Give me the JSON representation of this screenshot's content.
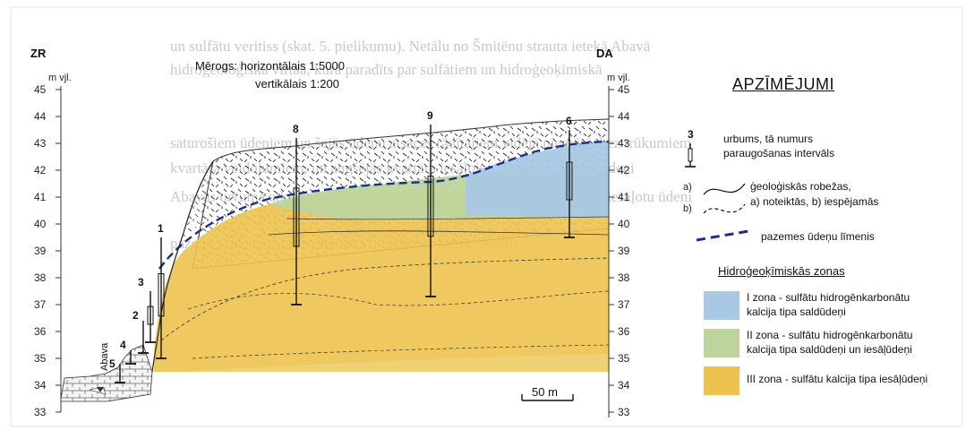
{
  "background_text": [
    "un sulfātu veritiss (skat. 5. pielikumu). Netālu no Šmitēnu strauta ietekā Abavā",
    "hidroģeoloģiskā virtaā, kurā paradīts par sulfātiem un hidroģeoķīmiskā",
    "saturošiem ūdeņiem un šajās ūdenu atsaces rādītajiem vidējā piemērā, bez trūkumiem",
    "kvartāra veidojumiem, un augšējās kvartāra iesāļojuma slāņa pazemes ūdeņi",
    "Abavas tuvumā atklātu sulfātu mineralizācijas ūdeņu lielākos dziļumos iesāļotu ūdeni",
    "pazemes ūdeņu avotu vērtējumā nonākot ar tipisko avotu."
  ],
  "section": {
    "left_direction": "ZR",
    "right_direction": "DA",
    "left_unit": "m vjl.",
    "right_unit": "m vjl.",
    "scale_title": "Mērogs: horizontālais 1:5000",
    "scale_vertical": "vertikālais 1:200",
    "river": "Abava",
    "scale_bar_label": "50 m",
    "y_axis_ticks": [
      "45",
      "44",
      "43",
      "42",
      "41",
      "40",
      "39",
      "38",
      "37",
      "36",
      "35",
      "34",
      "33"
    ]
  },
  "wells": [
    {
      "number": "1",
      "top_m": 39.5,
      "bottom_m": 35.0
    },
    {
      "number": "2",
      "top_m": 36.4,
      "bottom_m": 35.2
    },
    {
      "number": "3",
      "top_m": 37.5,
      "bottom_m": 35.6
    },
    {
      "number": "4",
      "top_m": 35.3,
      "bottom_m": 34.8
    },
    {
      "number": "5",
      "top_m": 34.8,
      "bottom_m": 34.1
    },
    {
      "number": "6",
      "top_m": 43.5,
      "bottom_m": 39.5
    },
    {
      "number": "8",
      "top_m": 43.2,
      "bottom_m": 37.0
    },
    {
      "number": "9",
      "top_m": 43.7,
      "bottom_m": 37.3
    }
  ],
  "legend": {
    "title": "APZĪMĒJUMI",
    "well_symbol_number": "3",
    "well_text_line1": "urbums, tā numurs",
    "well_text_line2": "paraugošanas intervāls",
    "boundary_a_marker": "a)",
    "boundary_b_marker": "b)",
    "boundary_text_line1": "ģeoloģiskās robežas,",
    "boundary_text_line2": "a) noteiktās, b) iespējamās",
    "groundwater_text": "pazemes ūdeņu līmenis",
    "zones_heading": "Hidroģeoķīmiskās zonas",
    "zones": [
      {
        "line1": "I zona - sulfātu hidrogēnkarbonātu",
        "line2": "kalcija tipa saldūdeņi",
        "color": "#a9c8e4"
      },
      {
        "line1": "II zona - sulfātu hidrogēnkarbonātu",
        "line2": "kalcija tipa saldūdeņi un iesāļūdeņi",
        "color": "#bdd59c"
      },
      {
        "line1": "III zona - sulfātu kalcija tipa iesāļūdeņi",
        "line2": "",
        "color": "#edc34f"
      }
    ]
  },
  "colors": {
    "zone1_blue": "#a9c8e4",
    "zone2_green": "#bdd59c",
    "zone3_yellow": "#edc34f",
    "groundwater_line": "#1b2f8a",
    "page_background": "#ffffff"
  }
}
